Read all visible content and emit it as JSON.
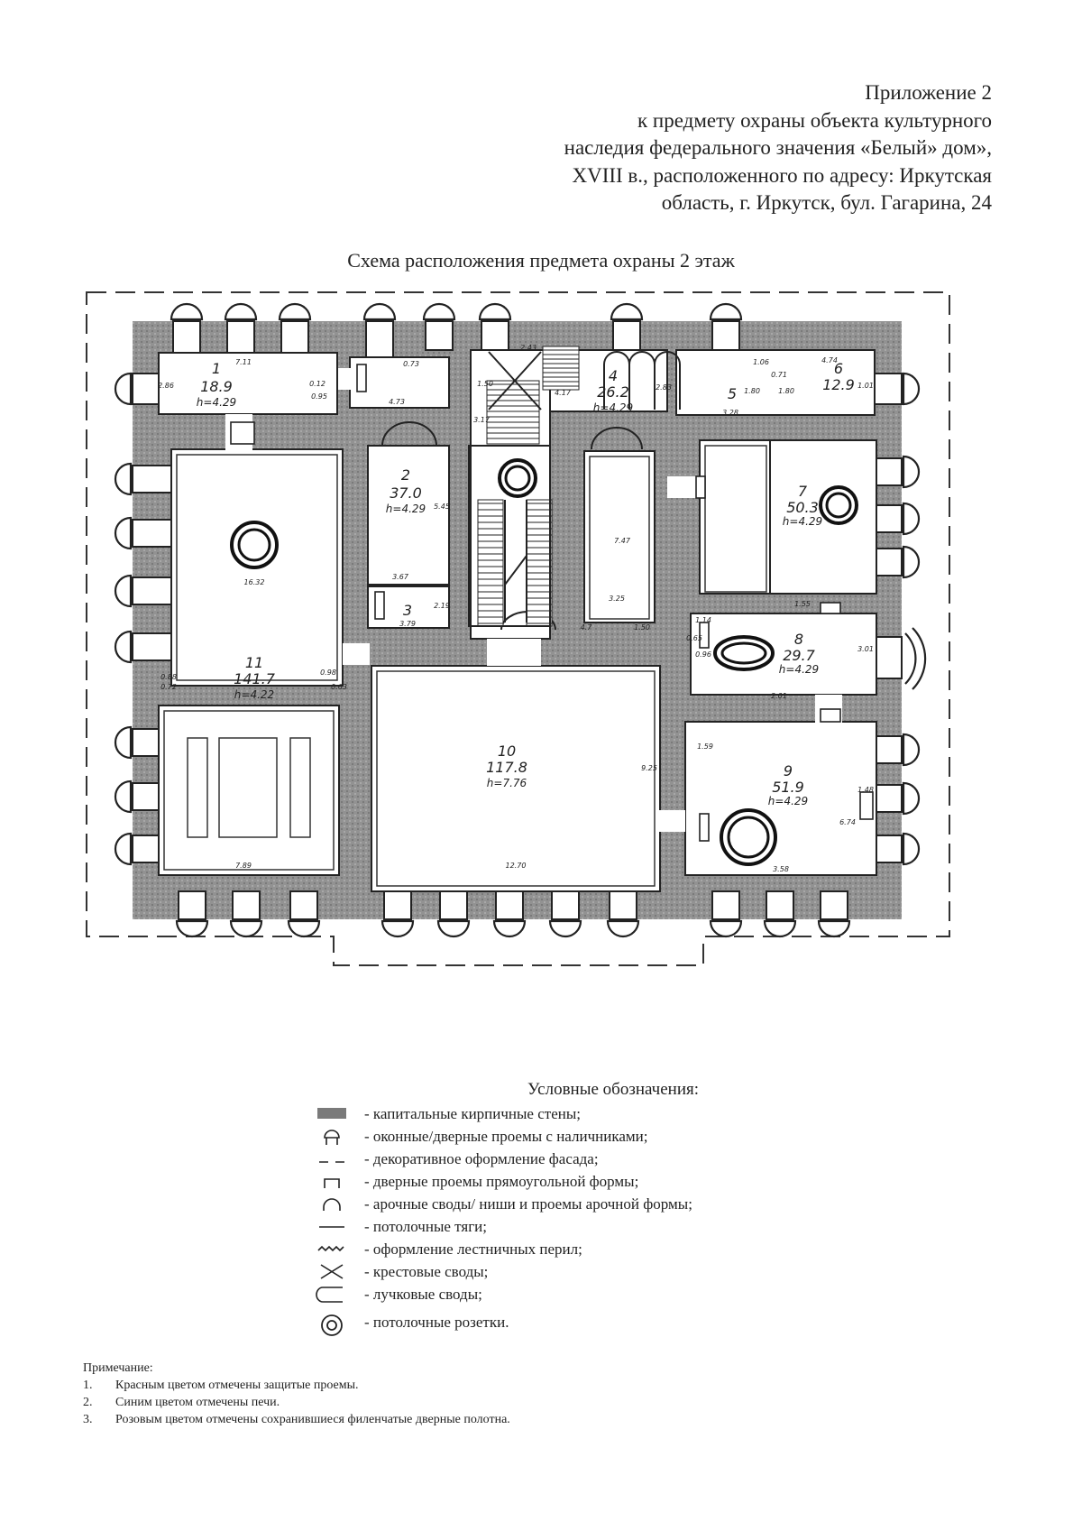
{
  "header": {
    "lines": [
      "Приложение 2",
      "к предмету охраны объекта культурного",
      "наследия федерального значения «Белый» дом»,",
      "XVIII в., расположенного по адресу: Иркутская",
      "область, г. Иркутск, бул. Гагарина, 24"
    ]
  },
  "plan_title": "Схема расположения предмета охраны 2 этаж",
  "rooms": [
    {
      "num": "1",
      "area": "18.9",
      "h": "h=4.29"
    },
    {
      "num": "2",
      "area": "37.0",
      "h": "h=4.29"
    },
    {
      "num": "3"
    },
    {
      "num": "4",
      "area": "26.2",
      "h": "h=4.29"
    },
    {
      "num": "5"
    },
    {
      "num": "6",
      "area": "12.9"
    },
    {
      "num": "7",
      "area": "50.3",
      "h": "h=4.29"
    },
    {
      "num": "8",
      "area": "29.7",
      "h": "h=4.29"
    },
    {
      "num": "9",
      "area": "51.9",
      "h": "h=4.29"
    },
    {
      "num": "10",
      "area": "117.8",
      "h": "h=7.76"
    },
    {
      "num": "11",
      "area": "141.7",
      "h": "h=4.22"
    }
  ],
  "dims": [
    "7.11",
    "2.86",
    "0.12",
    "0.95",
    "0.73",
    "4.73",
    "2.43",
    "1.50",
    "3.17",
    "4.17",
    "2.83",
    "4.74",
    "1.06",
    "0.71",
    "1.80",
    "1.80",
    "3.28",
    "1.01",
    "5.45",
    "3.67",
    "2.19",
    "3.79",
    "7.47",
    "3.25",
    "1.50",
    "4.7",
    "0.65",
    "1.55",
    "1.14",
    "0.96",
    "3.01",
    "2.01",
    "1.59",
    "1.48",
    "6.74",
    "3.58",
    "0.88",
    "0.72",
    "0.63",
    "0.98",
    "16.32",
    "7.89",
    "12.70",
    "9.25"
  ],
  "legend": {
    "title": "Условные обозначения:",
    "items": [
      {
        "icon": "brick-wall-swatch",
        "text": "- капитальные кирпичные стены;"
      },
      {
        "icon": "window-with-trim-icon",
        "text": "- оконные/дверные проемы с наличниками;"
      },
      {
        "icon": "decorative-facade-icon",
        "text": "- декоративное оформление фасада;"
      },
      {
        "icon": "rectangular-door-icon",
        "text": "- дверные проемы прямоугольной формы;"
      },
      {
        "icon": "arch-icon",
        "text": "- арочные своды/ ниши и проемы арочной формы;"
      },
      {
        "icon": "ceiling-molding-icon",
        "text": "- потолочные тяги;"
      },
      {
        "icon": "stair-railing-icon",
        "text": "- оформление лестничных перил;"
      },
      {
        "icon": "cross-vault-icon",
        "text": "- крестовые своды;"
      },
      {
        "icon": "bow-vault-icon",
        "text": "- лучковые своды;"
      },
      {
        "icon": "ceiling-rosette-icon",
        "text": "- потолочные розетки."
      }
    ]
  },
  "notes": {
    "title": "Примечание:",
    "items": [
      {
        "n": "1.",
        "text": "Красным цветом отмечены защитые проемы."
      },
      {
        "n": "2.",
        "text": "Синим цветом отмечены печи."
      },
      {
        "n": "3.",
        "text": "Розовым цветом отмечены сохранившиеся филенчатые дверные полотна."
      }
    ]
  },
  "colors": {
    "wall": "#8f8f8f",
    "ink": "#222222",
    "paper": "#ffffff"
  }
}
